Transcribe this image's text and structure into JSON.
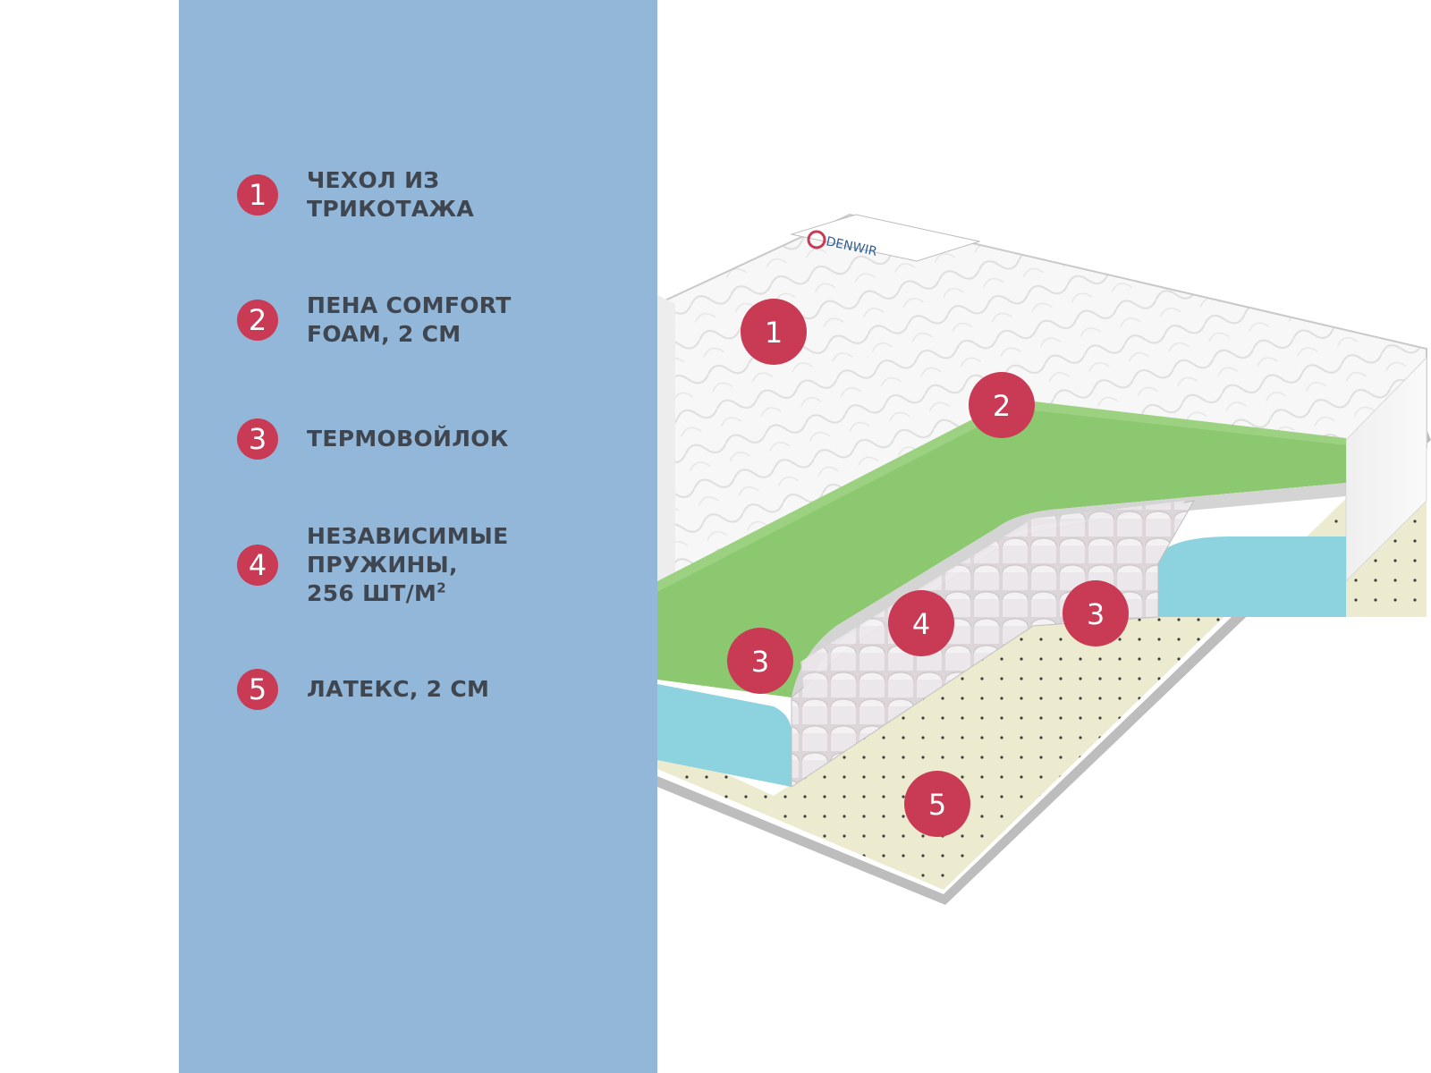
{
  "brand": {
    "logo_text": "DENWIR"
  },
  "colors": {
    "panel_bg": "#93b7d8",
    "marker": "#c93a55",
    "label_text": "#3f4650",
    "cover": "#f6f6f6",
    "comfort_foam": "#8cc86f",
    "side_foam": "#8dd3df",
    "felt": "#d4d4d4",
    "latex": "#ecebd0"
  },
  "legend": [
    {
      "num": "1",
      "lines": [
        "Чехол из",
        "трикотажа"
      ]
    },
    {
      "num": "2",
      "lines": [
        "Пена Comfort",
        "Foam, 2 см"
      ]
    },
    {
      "num": "3",
      "lines": [
        "Термовойлок"
      ]
    },
    {
      "num": "4",
      "lines": [
        "Независимые",
        "пружины,",
        "256 шт/м"
      ],
      "sup": "2"
    },
    {
      "num": "5",
      "lines": [
        "Латекс, 2 см"
      ]
    }
  ],
  "markers": [
    "1",
    "2",
    "3",
    "4",
    "3",
    "5"
  ]
}
